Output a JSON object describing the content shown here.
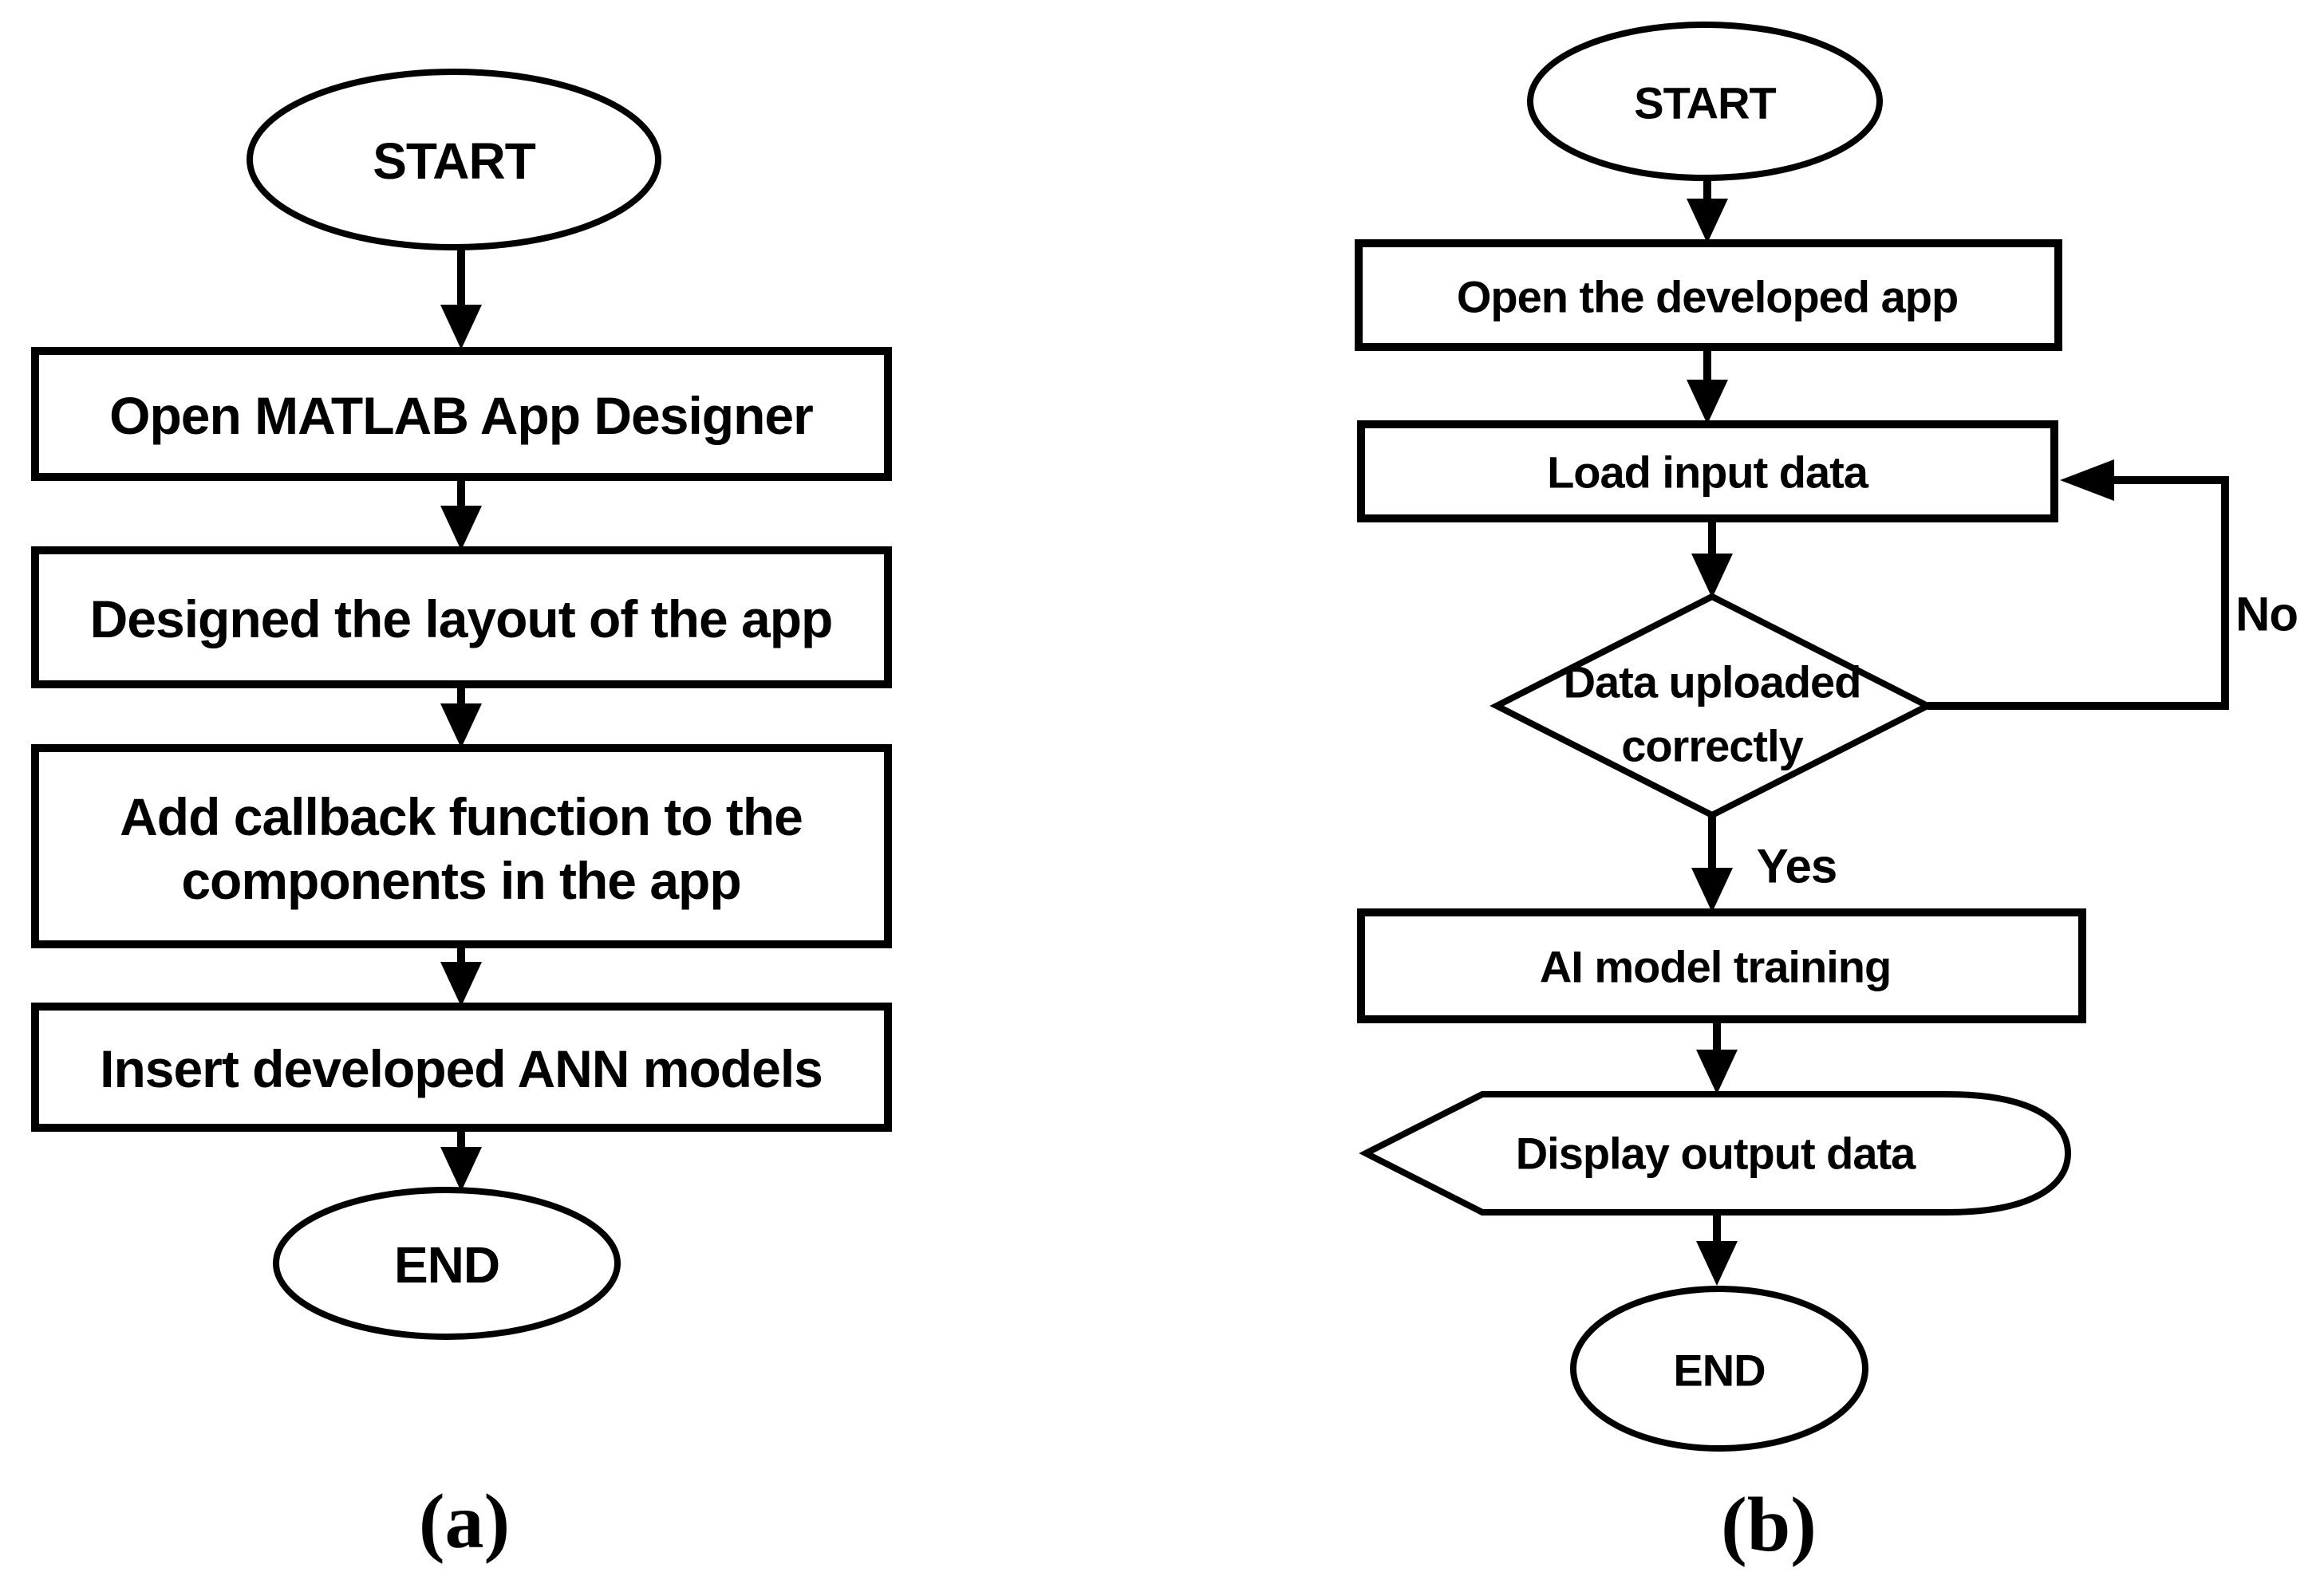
{
  "colors": {
    "stroke": "#000000",
    "background": "#ffffff",
    "text": "#000000"
  },
  "diagram_a": {
    "caption": "(a)",
    "nodes": {
      "start": "START",
      "step1": "Open MATLAB App Designer",
      "step2": "Designed the layout of the app",
      "step3_line1": "Add callback function to the",
      "step3_line2": "components in the app",
      "step4": "Insert developed ANN models",
      "end": "END"
    }
  },
  "diagram_b": {
    "caption": "(b)",
    "nodes": {
      "start": "START",
      "step1": "Open the developed app",
      "step2": "Load input data",
      "decision_line1": "Data uploaded",
      "decision_line2": "correctly",
      "step3": "AI model training",
      "output": "Display output data",
      "end": "END"
    },
    "branch_labels": {
      "yes": "Yes",
      "no": "No"
    }
  }
}
